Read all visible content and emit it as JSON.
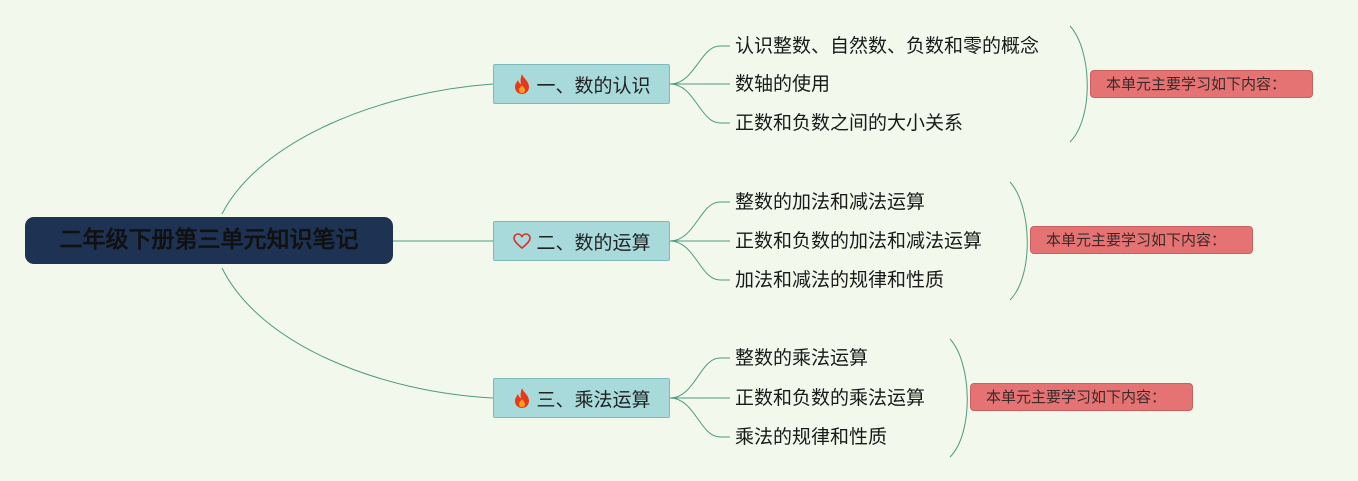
{
  "mindmap": {
    "root": "二年级下册第三单元知识笔记",
    "summary_label": "本单元主要学习如下内容：",
    "branches": [
      {
        "icon": "fire-icon",
        "title": "一、数的认识",
        "leaves": [
          "认识整数、自然数、负数和零的概念",
          "数轴的使用",
          "正数和负数之间的大小关系"
        ]
      },
      {
        "icon": "heart-icon",
        "title": "二、数的运算",
        "leaves": [
          "整数的加法和减法运算",
          "正数和负数的加法和减法运算",
          "加法和减法的规律和性质"
        ]
      },
      {
        "icon": "fire-icon",
        "title": "三、乘法运算",
        "leaves": [
          "整数的乘法运算",
          "正数和负数的乘法运算",
          "乘法的规律和性质"
        ]
      }
    ]
  },
  "colors": {
    "background": "#f2f9ec",
    "root_fill": "#1e3354",
    "branch_fill": "#a8dadb",
    "summary_fill": "#e57373",
    "connector": "#4f9a7e"
  }
}
